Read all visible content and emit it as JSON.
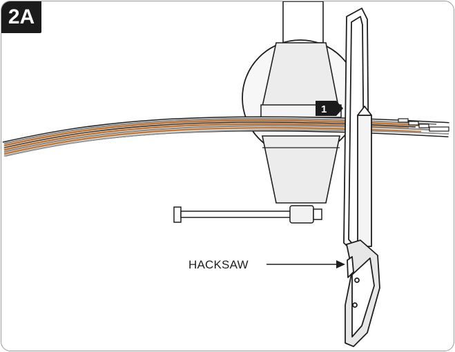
{
  "step": {
    "label": "2A"
  },
  "marker": {
    "number": "1"
  },
  "callouts": {
    "hacksaw": "HACKSAW"
  },
  "colors": {
    "ink": "#1e1e1e",
    "wire_orange": "#c0783a",
    "wire_grey": "#8a8a8a",
    "fill_grey": "#ececec"
  }
}
